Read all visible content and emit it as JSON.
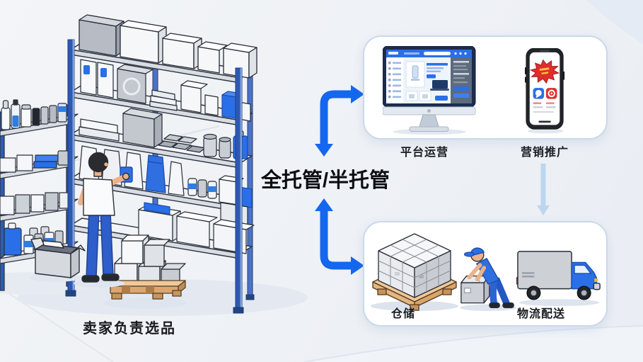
{
  "title": "全托管/半托管",
  "labels": {
    "seller": "卖家负责选品",
    "platform_ops": "平台运营",
    "marketing": "营销推广",
    "warehousing": "仓储",
    "logistics": "物流配送"
  },
  "colors": {
    "accent_blue": "#1467ee",
    "pale_arrow_blue": "#bdd6f0",
    "panel_background": "#ffffff",
    "panel_border": "#c8d9ec",
    "canvas_background": "#eef1f6",
    "title_text": "#0b0d11",
    "label_text": "#1a1d22",
    "illustration_blue": "#2a6fe8",
    "illustration_red": "#e03131",
    "pallet_wood": "#eec49a"
  },
  "icons": {
    "warehouse-illustration": "seller picking products from warehouse shelves",
    "monitor-illustration": "desktop computer showing e-commerce dashboard",
    "phone-illustration": "smartphone with sale badge and app icons",
    "pallet-illustration": "stacked boxes on wooden pallet",
    "worker-illustration": "worker packing a carton",
    "truck-illustration": "delivery truck",
    "arrow-top-elbow": "blue elbow connector to platform panel",
    "arrow-bottom-elbow": "blue elbow connector to fulfillment panel",
    "arrow-monitor-to-phone": "pale arrow",
    "arrow-panel-to-panel": "pale arrow"
  }
}
